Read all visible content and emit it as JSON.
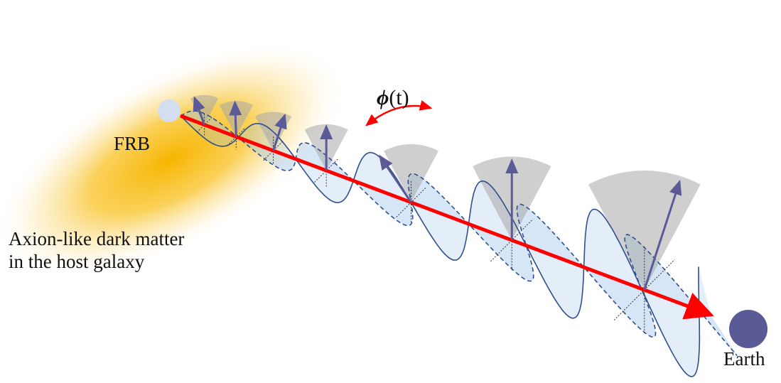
{
  "labels": {
    "source": "FRB",
    "dark_matter_line1": "Axion-like dark matter",
    "dark_matter_line2": "in the host galaxy",
    "observer": "Earth",
    "angle_symbol": "ϕ",
    "angle_arg": "(t)"
  },
  "colors": {
    "beam": "#ff0000",
    "wave_stroke": "#2f4f8f",
    "wave_fill": "#9ec3ea",
    "polarization_vector": "#5a5a96",
    "rotation_fan": "#a7a7a7",
    "source_dot": "#d5def0",
    "earth_dot": "#5a5a96",
    "halo": "#f7b500"
  },
  "icons": {
    "source": "frb-source-icon",
    "observer": "earth-icon",
    "rotation": "rotation-arrow-icon"
  }
}
